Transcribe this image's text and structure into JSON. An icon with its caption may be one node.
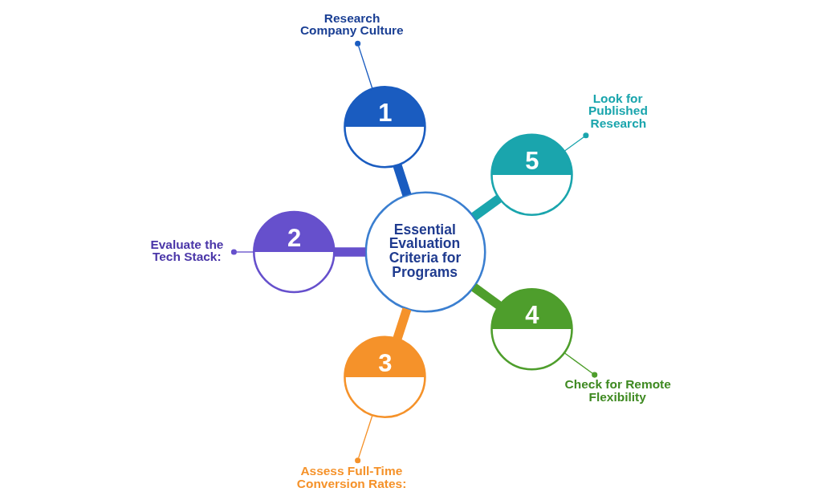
{
  "diagram": {
    "nodes": [
      {
        "text": [
          "Essential Evaluation Criteria for Programs"
        ]
      },
      {
        "text": [
          "1"
        ]
      },
      {
        "text": [
          "Research Company Culture"
        ]
      },
      {
        "text": [
          "2"
        ]
      },
      {
        "text": [
          "Evaluate the Tech Stack:"
        ]
      },
      {
        "text": [
          "3"
        ]
      },
      {
        "text": [
          "Assess Full-Time Conversion Rates:"
        ]
      },
      {
        "text": [
          "4"
        ]
      },
      {
        "text": [
          "Check for Remote Flexibility"
        ]
      },
      {
        "text": [
          "5"
        ]
      },
      {
        "text": [
          "Look for Published Research"
        ]
      }
    ],
    "edges": [
      {
        "from": 0,
        "to": 1,
        "arrow": "none",
        "style": "thick",
        "color": "#1a5cc0"
      },
      {
        "from": 0,
        "to": 3,
        "arrow": "none",
        "style": "thick",
        "color": "#6650cc"
      },
      {
        "from": 0,
        "to": 5,
        "arrow": "none",
        "style": "thick",
        "color": "#f5922a"
      },
      {
        "from": 0,
        "to": 7,
        "arrow": "none",
        "style": "thick",
        "color": "#4e9e2c"
      },
      {
        "from": 0,
        "to": 9,
        "arrow": "none",
        "style": "thick",
        "color": "#1aa5ad"
      },
      {
        "from": 1,
        "to": 2,
        "arrow": "other",
        "color": "#1a5cc0"
      },
      {
        "from": 3,
        "to": 4,
        "arrow": "other",
        "color": "#6650cc"
      },
      {
        "from": 5,
        "to": 6,
        "arrow": "other",
        "color": "#f5922a"
      },
      {
        "from": 7,
        "to": 8,
        "arrow": "other",
        "color": "#4e9e2c"
      },
      {
        "from": 9,
        "to": 10,
        "arrow": "other",
        "color": "#1aa5ad"
      }
    ]
  }
}
